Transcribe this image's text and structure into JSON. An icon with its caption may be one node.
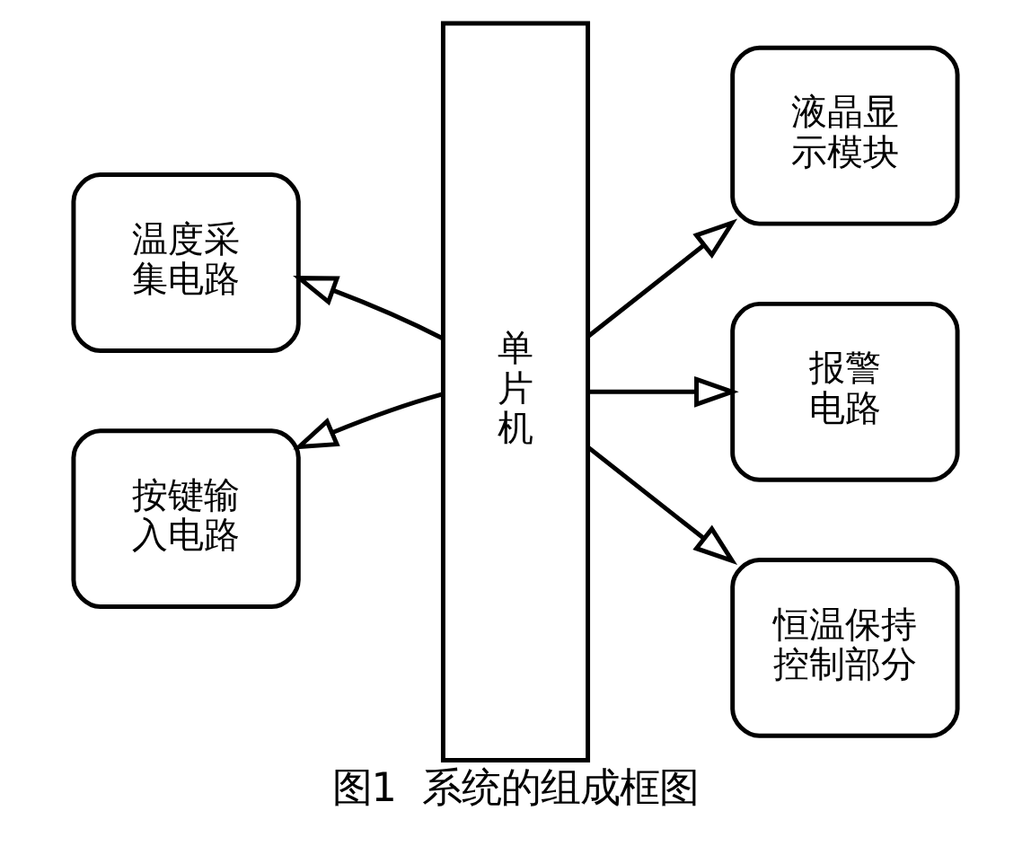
{
  "diagram": {
    "caption": "图1  系统的组成框图",
    "nodes": [
      {
        "text": [
          "温度采集电路"
        ]
      },
      {
        "text": [
          "单片机"
        ]
      },
      {
        "text": [
          "液晶显示模块"
        ]
      },
      {
        "text": [
          "报警电路"
        ]
      },
      {
        "text": [
          "按键输入电路"
        ]
      },
      {
        "text": [
          "恒温保持控制部分"
        ]
      }
    ],
    "edges": [
      {
        "from": 1,
        "to": 0,
        "arrow": "to"
      },
      {
        "from": 1,
        "to": 2,
        "arrow": "to"
      },
      {
        "from": 1,
        "to": 3,
        "arrow": "to"
      },
      {
        "from": 1,
        "to": 4,
        "arrow": "to"
      },
      {
        "from": 1,
        "to": 5,
        "arrow": "to"
      }
    ]
  }
}
